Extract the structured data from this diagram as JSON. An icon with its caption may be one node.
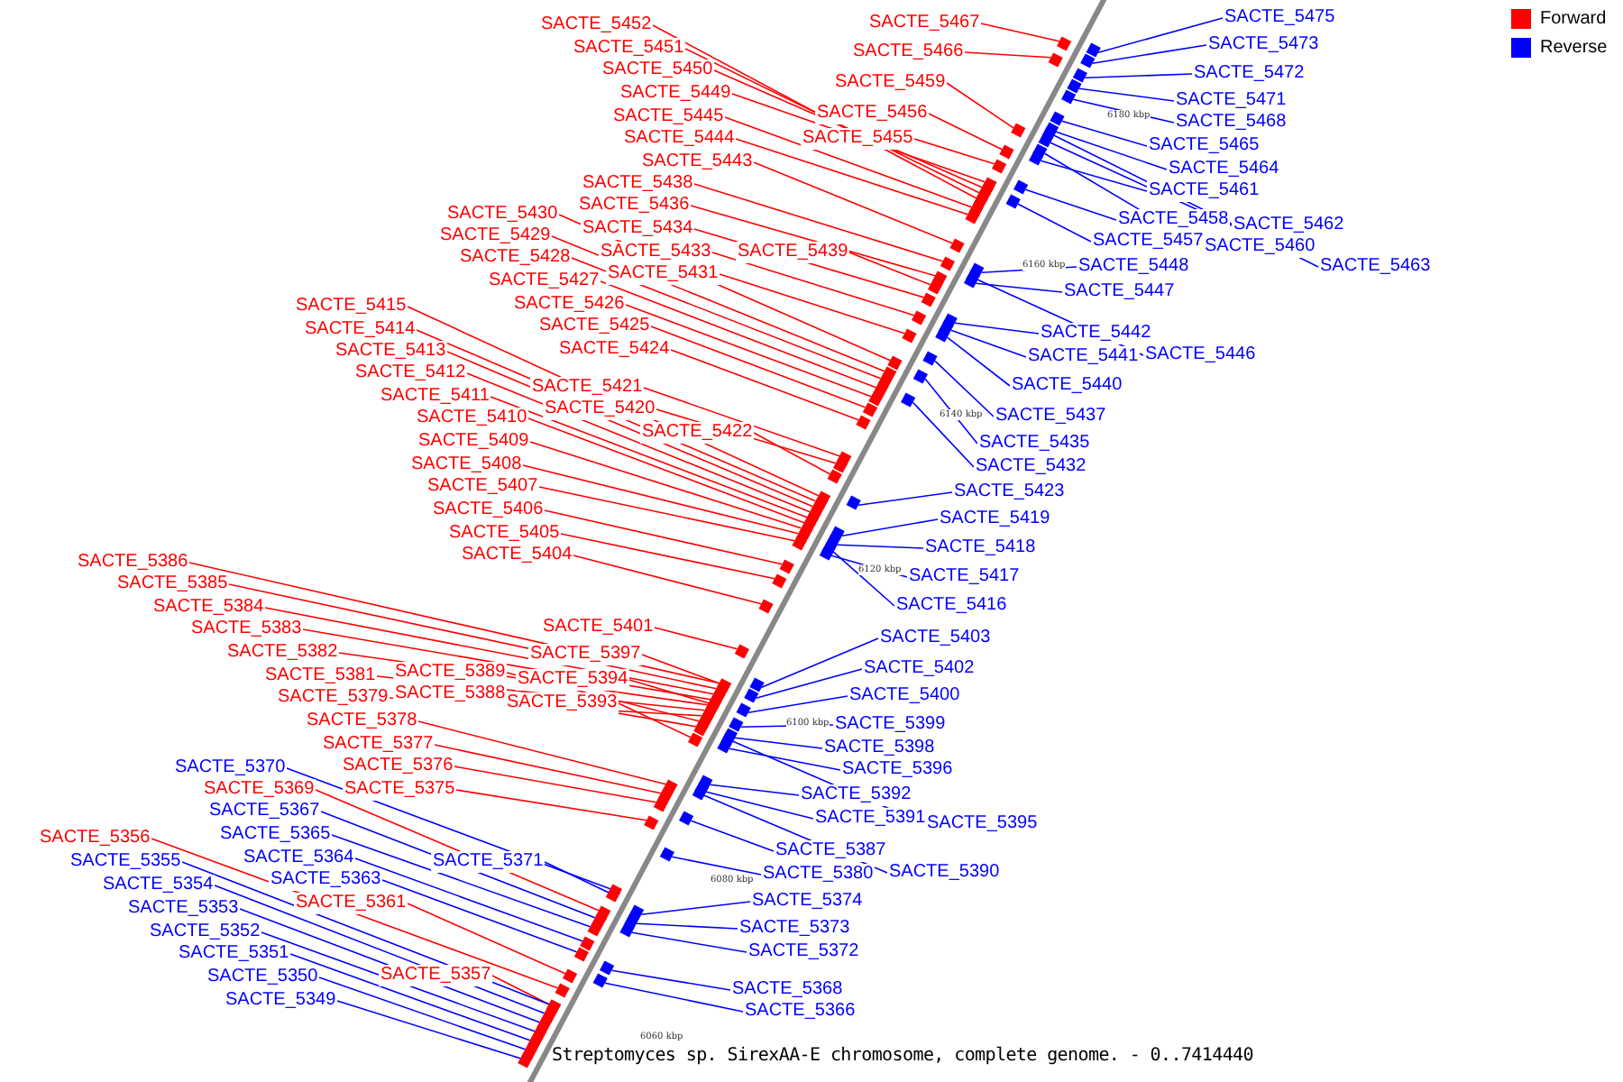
{
  "diagram": {
    "caption": "Streptomyces sp. SirexAA-E chromosome, complete genome. - 0..7414440",
    "nodes": [
      {
        "text": [
          "SACTE_5452"
        ]
      },
      {
        "text": [
          "SACTE_5451"
        ]
      },
      {
        "text": [
          "SACTE_5450"
        ]
      },
      {
        "text": [
          "SACTE_5449"
        ]
      },
      {
        "text": [
          "SACTE_5445"
        ]
      },
      {
        "text": [
          "SACTE_5444"
        ]
      },
      {
        "text": [
          "SACTE_5443"
        ]
      },
      {
        "text": [
          "SACTE_5467"
        ]
      },
      {
        "text": [
          "SACTE_5466"
        ]
      },
      {
        "text": [
          "SACTE_5459"
        ]
      },
      {
        "text": [
          "SACTE_5456"
        ]
      },
      {
        "text": [
          "SACTE_5455"
        ]
      },
      {
        "text": [
          "SACTE_5438"
        ]
      },
      {
        "text": [
          "SACTE_5436"
        ]
      },
      {
        "text": [
          "SACTE_5434"
        ]
      },
      {
        "text": [
          "SACTE_5433"
        ]
      },
      {
        "text": [
          "SACTE_5431"
        ]
      },
      {
        "text": [
          "SACTE_5439"
        ]
      },
      {
        "text": [
          "SACTE_5430"
        ]
      },
      {
        "text": [
          "SACTE_5429"
        ]
      },
      {
        "text": [
          "SACTE_5428"
        ]
      },
      {
        "text": [
          "SACTE_5427"
        ]
      },
      {
        "text": [
          "SACTE_5426"
        ]
      },
      {
        "text": [
          "SACTE_5425"
        ]
      },
      {
        "text": [
          "SACTE_5424"
        ]
      },
      {
        "text": [
          "SACTE_5415"
        ]
      },
      {
        "text": [
          "SACTE_5414"
        ]
      },
      {
        "text": [
          "SACTE_5413"
        ]
      },
      {
        "text": [
          "SACTE_5412"
        ]
      },
      {
        "text": [
          "SACTE_5411"
        ]
      },
      {
        "text": [
          "SACTE_5421"
        ]
      },
      {
        "text": [
          "SACTE_5420"
        ]
      },
      {
        "text": [
          "SACTE_5422"
        ]
      },
      {
        "text": [
          "SACTE_5410"
        ]
      },
      {
        "text": [
          "SACTE_5409"
        ]
      },
      {
        "text": [
          "SACTE_5408"
        ]
      },
      {
        "text": [
          "SACTE_5407"
        ]
      },
      {
        "text": [
          "SACTE_5406"
        ]
      },
      {
        "text": [
          "SACTE_5405"
        ]
      },
      {
        "text": [
          "SACTE_5404"
        ]
      },
      {
        "text": [
          "SACTE_5386"
        ]
      },
      {
        "text": [
          "SACTE_5385"
        ]
      },
      {
        "text": [
          "SACTE_5384"
        ]
      },
      {
        "text": [
          "SACTE_5383"
        ]
      },
      {
        "text": [
          "SACTE_5382"
        ]
      },
      {
        "text": [
          "SACTE_5381"
        ]
      },
      {
        "text": [
          "SACTE_5379"
        ]
      },
      {
        "text": [
          "SACTE_5389"
        ]
      },
      {
        "text": [
          "SACTE_5388"
        ]
      },
      {
        "text": [
          "SACTE_5378"
        ]
      },
      {
        "text": [
          "SACTE_5377"
        ]
      },
      {
        "text": [
          "SACTE_5376"
        ]
      },
      {
        "text": [
          "SACTE_5375"
        ]
      },
      {
        "text": [
          "SACTE_5401"
        ]
      },
      {
        "text": [
          "SACTE_5397"
        ]
      },
      {
        "text": [
          "SACTE_5394"
        ]
      },
      {
        "text": [
          "SACTE_5393"
        ]
      },
      {
        "text": [
          "SACTE_5369"
        ]
      },
      {
        "text": [
          "SACTE_5356"
        ]
      },
      {
        "text": [
          "SACTE_5361"
        ]
      },
      {
        "text": [
          "SACTE_5357"
        ]
      },
      {
        "text": [
          "SACTE_5475"
        ]
      },
      {
        "text": [
          "SACTE_5473"
        ]
      },
      {
        "text": [
          "SACTE_5472"
        ]
      },
      {
        "text": [
          "SACTE_5471"
        ]
      },
      {
        "text": [
          "SACTE_5468"
        ]
      },
      {
        "text": [
          "SACTE_5465"
        ]
      },
      {
        "text": [
          "SACTE_5464"
        ]
      },
      {
        "text": [
          "SACTE_5461"
        ]
      },
      {
        "text": [
          "SACTE_5458"
        ]
      },
      {
        "text": [
          "SACTE_5462"
        ]
      },
      {
        "text": [
          "SACTE_5457"
        ]
      },
      {
        "text": [
          "SACTE_5460"
        ]
      },
      {
        "text": [
          "SACTE_5463"
        ]
      },
      {
        "text": [
          "SACTE_5448"
        ]
      },
      {
        "text": [
          "SACTE_5447"
        ]
      },
      {
        "text": [
          "SACTE_5442"
        ]
      },
      {
        "text": [
          "SACTE_5441"
        ]
      },
      {
        "text": [
          "SACTE_5446"
        ]
      },
      {
        "text": [
          "SACTE_5440"
        ]
      },
      {
        "text": [
          "SACTE_5437"
        ]
      },
      {
        "text": [
          "SACTE_5435"
        ]
      },
      {
        "text": [
          "SACTE_5432"
        ]
      },
      {
        "text": [
          "SACTE_5423"
        ]
      },
      {
        "text": [
          "SACTE_5419"
        ]
      },
      {
        "text": [
          "SACTE_5418"
        ]
      },
      {
        "text": [
          "SACTE_5417"
        ]
      },
      {
        "text": [
          "SACTE_5416"
        ]
      },
      {
        "text": [
          "SACTE_5403"
        ]
      },
      {
        "text": [
          "SACTE_5402"
        ]
      },
      {
        "text": [
          "SACTE_5400"
        ]
      },
      {
        "text": [
          "SACTE_5399"
        ]
      },
      {
        "text": [
          "SACTE_5398"
        ]
      },
      {
        "text": [
          "SACTE_5396"
        ]
      },
      {
        "text": [
          "SACTE_5392"
        ]
      },
      {
        "text": [
          "SACTE_5391"
        ]
      },
      {
        "text": [
          "SACTE_5395"
        ]
      },
      {
        "text": [
          "SACTE_5387"
        ]
      },
      {
        "text": [
          "SACTE_5380"
        ]
      },
      {
        "text": [
          "SACTE_5390"
        ]
      },
      {
        "text": [
          "SACTE_5374"
        ]
      },
      {
        "text": [
          "SACTE_5373"
        ]
      },
      {
        "text": [
          "SACTE_5372"
        ]
      },
      {
        "text": [
          "SACTE_5368"
        ]
      },
      {
        "text": [
          "SACTE_5366"
        ]
      },
      {
        "text": [
          "SACTE_5370"
        ]
      },
      {
        "text": [
          "SACTE_5367"
        ]
      },
      {
        "text": [
          "SACTE_5365"
        ]
      },
      {
        "text": [
          "SACTE_5364"
        ]
      },
      {
        "text": [
          "SACTE_5363"
        ]
      },
      {
        "text": [
          "SACTE_5371"
        ]
      },
      {
        "text": [
          "SACTE_5355"
        ]
      },
      {
        "text": [
          "SACTE_5354"
        ]
      },
      {
        "text": [
          "SACTE_5353"
        ]
      },
      {
        "text": [
          "SACTE_5352"
        ]
      },
      {
        "text": [
          "SACTE_5351"
        ]
      },
      {
        "text": [
          "SACTE_5350"
        ]
      },
      {
        "text": [
          "SACTE_5349"
        ]
      },
      {
        "text": [],
        "shape": "bar"
      },
      {
        "text": [],
        "shape": "bar"
      },
      {
        "text": [],
        "shape": "bar"
      },
      {
        "text": [],
        "shape": "bar"
      },
      {
        "text": [],
        "shape": "bar"
      },
      {
        "text": [],
        "shape": "bar"
      },
      {
        "text": [],
        "shape": "bar"
      },
      {
        "text": [],
        "shape": "bar"
      },
      {
        "text": [],
        "shape": "bar"
      },
      {
        "text": [],
        "shape": "bar"
      },
      {
        "text": [],
        "shape": "bar"
      },
      {
        "text": [],
        "shape": "bar"
      },
      {
        "text": [],
        "shape": "bar"
      },
      {
        "text": [],
        "shape": "bar"
      },
      {
        "text": [],
        "shape": "bar"
      },
      {
        "text": [],
        "shape": "bar"
      },
      {
        "text": [],
        "shape": "bar"
      },
      {
        "text": [],
        "shape": "bar"
      },
      {
        "text": [],
        "shape": "bar"
      },
      {
        "text": [],
        "shape": "bar"
      },
      {
        "text": [],
        "shape": "bar"
      },
      {
        "text": [],
        "shape": "bar"
      },
      {
        "text": [],
        "shape": "bar"
      },
      {
        "text": [],
        "shape": "bar"
      },
      {
        "text": [],
        "shape": "bar"
      },
      {
        "text": [],
        "shape": "bar"
      },
      {
        "text": [],
        "shape": "bar"
      },
      {
        "text": [],
        "shape": "bar"
      },
      {
        "text": [],
        "shape": "bar"
      },
      {
        "text": [],
        "shape": "bar"
      },
      {
        "text": [],
        "shape": "bar"
      },
      {
        "text": [],
        "shape": "bar"
      },
      {
        "text": [],
        "shape": "bar"
      },
      {
        "text": [],
        "shape": "bar"
      },
      {
        "text": [],
        "shape": "bar"
      },
      {
        "text": [],
        "shape": "bar"
      },
      {
        "text": [],
        "shape": "bar"
      },
      {
        "text": [],
        "shape": "bar"
      },
      {
        "text": [],
        "shape": "bar"
      },
      {
        "text": [],
        "shape": "bar"
      },
      {
        "text": [],
        "shape": "bar"
      },
      {
        "text": [],
        "shape": "bar"
      },
      {
        "text": [],
        "shape": "bar"
      },
      {
        "text": [],
        "shape": "bar"
      },
      {
        "text": [],
        "shape": "bar"
      },
      {
        "text": [],
        "shape": "bar"
      },
      {
        "text": [],
        "shape": "bar"
      },
      {
        "text": [],
        "shape": "bar"
      },
      {
        "text": [],
        "shape": "bar"
      },
      {
        "text": [],
        "shape": "bar"
      },
      {
        "text": [],
        "shape": "bar"
      },
      {
        "text": [],
        "shape": "bar"
      },
      {
        "text": [],
        "shape": "bar"
      },
      {
        "text": [],
        "shape": "bar"
      },
      {
        "text": [],
        "shape": "bar"
      },
      {
        "text": [],
        "shape": "bar"
      },
      {
        "text": [],
        "shape": "bar"
      },
      {
        "text": [],
        "shape": "bar"
      },
      {
        "text": [],
        "shape": "bar"
      },
      {
        "text": [],
        "shape": "bar"
      },
      {
        "text": [],
        "shape": "bar"
      },
      {
        "text": [],
        "shape": "bar"
      },
      {
        "text": [],
        "shape": "bar"
      },
      {
        "text": [],
        "shape": "bar"
      },
      {
        "text": [],
        "shape": "bar"
      },
      {
        "text": [],
        "shape": "bar"
      },
      {
        "text": [],
        "shape": "bar"
      },
      {
        "text": [],
        "shape": "bar"
      },
      {
        "text": [],
        "shape": "bar"
      },
      {
        "text": [],
        "shape": "bar"
      },
      {
        "text": [],
        "shape": "bar"
      },
      {
        "text": [],
        "shape": "bar"
      },
      {
        "text": [],
        "shape": "bar"
      },
      {
        "text": [],
        "shape": "bar"
      },
      {
        "text": [],
        "shape": "bar"
      },
      {
        "text": [],
        "shape": "bar"
      },
      {
        "text": [],
        "shape": "bar"
      },
      {
        "text": [],
        "shape": "bar"
      },
      {
        "text": [],
        "shape": "bar"
      },
      {
        "text": [],
        "shape": "bar"
      },
      {
        "text": [],
        "shape": "bar"
      },
      {
        "text": [],
        "shape": "bar"
      },
      {
        "text": [],
        "shape": "bar"
      },
      {
        "text": [],
        "shape": "bar"
      },
      {
        "text": [],
        "shape": "bar"
      },
      {
        "text": [],
        "shape": "bar"
      },
      {
        "text": [],
        "shape": "bar"
      },
      {
        "text": [],
        "shape": "bar"
      },
      {
        "text": [],
        "shape": "bar"
      },
      {
        "text": [],
        "shape": "bar"
      },
      {
        "text": [],
        "shape": "bar"
      },
      {
        "text": [],
        "shape": "bar"
      },
      {
        "text": [],
        "shape": "bar"
      },
      {
        "text": [],
        "shape": "bar"
      },
      {
        "text": [],
        "shape": "bar"
      },
      {
        "text": [],
        "shape": "bar"
      },
      {
        "text": [],
        "shape": "bar"
      },
      {
        "text": [],
        "shape": "bar"
      },
      {
        "text": [],
        "shape": "bar"
      },
      {
        "text": [],
        "shape": "bar"
      },
      {
        "text": [],
        "shape": "bar"
      },
      {
        "text": [],
        "shape": "bar"
      },
      {
        "text": [],
        "shape": "bar"
      },
      {
        "text": [],
        "shape": "bar"
      },
      {
        "text": [],
        "shape": "bar"
      },
      {
        "text": [],
        "shape": "bar"
      },
      {
        "text": [],
        "shape": "bar"
      },
      {
        "text": [],
        "shape": "bar"
      },
      {
        "text": [],
        "shape": "bar"
      },
      {
        "text": [],
        "shape": "bar"
      },
      {
        "text": [],
        "shape": "bar"
      },
      {
        "text": [],
        "shape": "bar"
      },
      {
        "text": [],
        "shape": "bar"
      },
      {
        "text": [],
        "shape": "bar"
      },
      {
        "text": [],
        "shape": "bar"
      },
      {
        "text": [],
        "shape": "bar"
      },
      {
        "text": [],
        "shape": "bar"
      },
      {
        "text": [],
        "shape": "bar"
      }
    ],
    "edges": [
      {
        "from": 0,
        "to": 118,
        "arrow": "none"
      },
      {
        "from": 1,
        "to": 119,
        "arrow": "none"
      },
      {
        "from": 2,
        "to": 120,
        "arrow": "none"
      },
      {
        "from": 3,
        "to": 121,
        "arrow": "none"
      },
      {
        "from": 4,
        "to": 122,
        "arrow": "none"
      },
      {
        "from": 5,
        "to": 123,
        "arrow": "none"
      },
      {
        "from": 6,
        "to": 124,
        "arrow": "none"
      },
      {
        "from": 7,
        "to": 125,
        "arrow": "none"
      },
      {
        "from": 8,
        "to": 126,
        "arrow": "none"
      },
      {
        "from": 9,
        "to": 127,
        "arrow": "none"
      },
      {
        "from": 10,
        "to": 128,
        "arrow": "none"
      },
      {
        "from": 11,
        "to": 129,
        "arrow": "none"
      },
      {
        "from": 12,
        "to": 130,
        "arrow": "none"
      },
      {
        "from": 13,
        "to": 131,
        "arrow": "none"
      },
      {
        "from": 14,
        "to": 132,
        "arrow": "none"
      },
      {
        "from": 15,
        "to": 133,
        "arrow": "none"
      },
      {
        "from": 16,
        "to": 134,
        "arrow": "none"
      },
      {
        "from": 17,
        "to": 135,
        "arrow": "none"
      },
      {
        "from": 18,
        "to": 136,
        "arrow": "none"
      },
      {
        "from": 19,
        "to": 137,
        "arrow": "none"
      },
      {
        "from": 20,
        "to": 138,
        "arrow": "none"
      },
      {
        "from": 21,
        "to": 139,
        "arrow": "none"
      },
      {
        "from": 22,
        "to": 140,
        "arrow": "none"
      },
      {
        "from": 23,
        "to": 141,
        "arrow": "none"
      },
      {
        "from": 24,
        "to": 142,
        "arrow": "none"
      },
      {
        "from": 25,
        "to": 143,
        "arrow": "none"
      },
      {
        "from": 26,
        "to": 144,
        "arrow": "none"
      },
      {
        "from": 27,
        "to": 145,
        "arrow": "none"
      },
      {
        "from": 28,
        "to": 146,
        "arrow": "none"
      },
      {
        "from": 29,
        "to": 147,
        "arrow": "none"
      },
      {
        "from": 30,
        "to": 148,
        "arrow": "none"
      },
      {
        "from": 31,
        "to": 149,
        "arrow": "none"
      },
      {
        "from": 32,
        "to": 150,
        "arrow": "none"
      },
      {
        "from": 33,
        "to": 151,
        "arrow": "none"
      },
      {
        "from": 34,
        "to": 152,
        "arrow": "none"
      },
      {
        "from": 35,
        "to": 153,
        "arrow": "none"
      },
      {
        "from": 36,
        "to": 154,
        "arrow": "none"
      },
      {
        "from": 37,
        "to": 155,
        "arrow": "none"
      },
      {
        "from": 38,
        "to": 156,
        "arrow": "none"
      },
      {
        "from": 39,
        "to": 157,
        "arrow": "none"
      },
      {
        "from": 40,
        "to": 158,
        "arrow": "none"
      },
      {
        "from": 41,
        "to": 159,
        "arrow": "none"
      },
      {
        "from": 42,
        "to": 160,
        "arrow": "none"
      },
      {
        "from": 43,
        "to": 161,
        "arrow": "none"
      },
      {
        "from": 44,
        "to": 162,
        "arrow": "none"
      },
      {
        "from": 45,
        "to": 163,
        "arrow": "none"
      },
      {
        "from": 46,
        "to": 164,
        "arrow": "none"
      },
      {
        "from": 47,
        "to": 165,
        "arrow": "none"
      },
      {
        "from": 48,
        "to": 166,
        "arrow": "none"
      },
      {
        "from": 49,
        "to": 167,
        "arrow": "none"
      },
      {
        "from": 50,
        "to": 168,
        "arrow": "none"
      },
      {
        "from": 51,
        "to": 169,
        "arrow": "none"
      },
      {
        "from": 52,
        "to": 170,
        "arrow": "none"
      },
      {
        "from": 53,
        "to": 171,
        "arrow": "none"
      },
      {
        "from": 54,
        "to": 172,
        "arrow": "none"
      },
      {
        "from": 55,
        "to": 173,
        "arrow": "none"
      },
      {
        "from": 56,
        "to": 174,
        "arrow": "none"
      },
      {
        "from": 57,
        "to": 175,
        "arrow": "none"
      },
      {
        "from": 58,
        "to": 176,
        "arrow": "none"
      },
      {
        "from": 59,
        "to": 177,
        "arrow": "none"
      },
      {
        "from": 60,
        "to": 178,
        "arrow": "none"
      },
      {
        "from": 61,
        "to": 179,
        "arrow": "none",
        "color": "#0000ff"
      },
      {
        "from": 62,
        "to": 180,
        "arrow": "none",
        "color": "#0000ff"
      },
      {
        "from": 63,
        "to": 181,
        "arrow": "none",
        "color": "#0000ff"
      },
      {
        "from": 64,
        "to": 182,
        "arrow": "none",
        "color": "#0000ff"
      },
      {
        "from": 65,
        "to": 183,
        "arrow": "none",
        "color": "#0000ff"
      },
      {
        "from": 66,
        "to": 184,
        "arrow": "none",
        "color": "#0000ff"
      },
      {
        "from": 67,
        "to": 185,
        "arrow": "none",
        "color": "#0000ff"
      },
      {
        "from": 68,
        "to": 186,
        "arrow": "none",
        "color": "#0000ff"
      },
      {
        "from": 69,
        "to": 187,
        "arrow": "none",
        "color": "#0000ff"
      },
      {
        "from": 70,
        "to": 188,
        "arrow": "none",
        "color": "#0000ff"
      },
      {
        "from": 71,
        "to": 189,
        "arrow": "none",
        "color": "#0000ff"
      },
      {
        "from": 72,
        "to": 190,
        "arrow": "none",
        "color": "#0000ff"
      },
      {
        "from": 73,
        "to": 191,
        "arrow": "none",
        "color": "#0000ff"
      },
      {
        "from": 74,
        "to": 192,
        "arrow": "none",
        "color": "#0000ff"
      },
      {
        "from": 75,
        "to": 193,
        "arrow": "none",
        "color": "#0000ff"
      },
      {
        "from": 76,
        "to": 194,
        "arrow": "none",
        "color": "#0000ff"
      },
      {
        "from": 77,
        "to": 195,
        "arrow": "none",
        "color": "#0000ff"
      },
      {
        "from": 78,
        "to": 196,
        "arrow": "none",
        "color": "#0000ff"
      },
      {
        "from": 79,
        "to": 197,
        "arrow": "none",
        "color": "#0000ff"
      },
      {
        "from": 80,
        "to": 198,
        "arrow": "none",
        "color": "#0000ff"
      },
      {
        "from": 81,
        "to": 199,
        "arrow": "none",
        "color": "#0000ff"
      },
      {
        "from": 82,
        "to": 200,
        "arrow": "none",
        "color": "#0000ff"
      },
      {
        "from": 83,
        "to": 201,
        "arrow": "none",
        "color": "#0000ff"
      },
      {
        "from": 84,
        "to": 202,
        "arrow": "none",
        "color": "#0000ff"
      },
      {
        "from": 85,
        "to": 203,
        "arrow": "none",
        "color": "#0000ff"
      },
      {
        "from": 86,
        "to": 204,
        "arrow": "none",
        "color": "#0000ff"
      },
      {
        "from": 87,
        "to": 205,
        "arrow": "none",
        "color": "#0000ff"
      },
      {
        "from": 88,
        "to": 206,
        "arrow": "none",
        "color": "#0000ff"
      },
      {
        "from": 89,
        "to": 207,
        "arrow": "none",
        "color": "#0000ff"
      },
      {
        "from": 90,
        "to": 208,
        "arrow": "none",
        "color": "#0000ff"
      },
      {
        "from": 91,
        "to": 209,
        "arrow": "none",
        "color": "#0000ff"
      },
      {
        "from": 92,
        "to": 210,
        "arrow": "none",
        "color": "#0000ff"
      },
      {
        "from": 93,
        "to": 211,
        "arrow": "none",
        "color": "#0000ff"
      },
      {
        "from": 94,
        "to": 212,
        "arrow": "none",
        "color": "#0000ff"
      },
      {
        "from": 95,
        "to": 213,
        "arrow": "none",
        "color": "#0000ff"
      },
      {
        "from": 96,
        "to": 214,
        "arrow": "none",
        "color": "#0000ff"
      },
      {
        "from": 97,
        "to": 215,
        "arrow": "none",
        "color": "#0000ff"
      },
      {
        "from": 98,
        "to": 216,
        "arrow": "none",
        "color": "#0000ff"
      },
      {
        "from": 99,
        "to": 217,
        "arrow": "none",
        "color": "#0000ff"
      },
      {
        "from": 100,
        "to": 218,
        "arrow": "none",
        "color": "#0000ff"
      },
      {
        "from": 101,
        "to": 219,
        "arrow": "none",
        "color": "#0000ff"
      },
      {
        "from": 102,
        "to": 220,
        "arrow": "none",
        "color": "#0000ff"
      },
      {
        "from": 103,
        "to": 221,
        "arrow": "none",
        "color": "#0000ff"
      },
      {
        "from": 104,
        "to": 222,
        "arrow": "none",
        "color": "#0000ff"
      },
      {
        "from": 105,
        "to": 223,
        "arrow": "none",
        "color": "#0000ff"
      },
      {
        "from": 106,
        "to": 224,
        "arrow": "none",
        "color": "#0000ff"
      },
      {
        "from": 107,
        "to": 225,
        "arrow": "none",
        "color": "#0000ff"
      },
      {
        "from": 108,
        "to": 226,
        "arrow": "none",
        "color": "#0000ff"
      },
      {
        "from": 109,
        "to": 227,
        "arrow": "none",
        "color": "#0000ff"
      },
      {
        "from": 110,
        "to": 228,
        "arrow": "none",
        "color": "#0000ff"
      },
      {
        "from": 111,
        "to": 229,
        "arrow": "none",
        "color": "#0000ff"
      },
      {
        "from": 112,
        "to": 230,
        "arrow": "none",
        "color": "#0000ff"
      },
      {
        "from": 113,
        "to": 231,
        "arrow": "none",
        "color": "#0000ff"
      },
      {
        "from": 114,
        "to": 232,
        "arrow": "none",
        "color": "#0000ff"
      },
      {
        "from": 115,
        "to": 233,
        "arrow": "none",
        "color": "#0000ff"
      },
      {
        "from": 116,
        "to": 234,
        "arrow": "none",
        "color": "#0000ff"
      },
      {
        "from": 117,
        "to": 235,
        "arrow": "none",
        "color": "#0000ff"
      }
    ],
    "labels": [
      "6180 kbp",
      "6160 kbp",
      "6140 kbp",
      "6120 kbp",
      "6100 kbp",
      "6080 kbp",
      "6060 kbp"
    ],
    "legend": [
      {
        "text": "Forward",
        "color": "#ff0000"
      },
      {
        "text": "Reverse",
        "color": "#0000ff"
      }
    ]
  }
}
